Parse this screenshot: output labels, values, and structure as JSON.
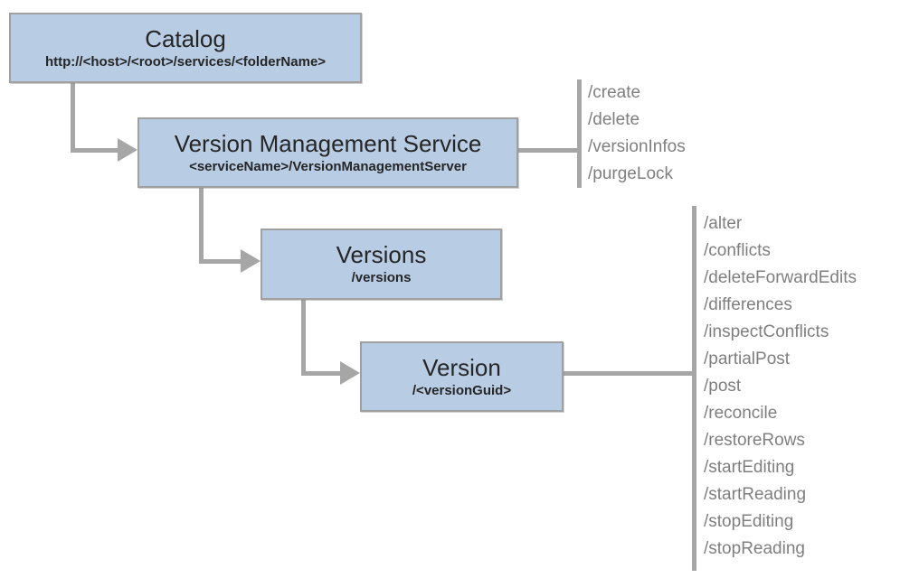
{
  "colors": {
    "node_fill": "#b8cce4",
    "node_border": "#a0a0a0",
    "connector": "#a6a6a6",
    "title_text": "#262626",
    "operations_text": "#7f7f7f",
    "background": "#ffffff"
  },
  "nodes": [
    {
      "title": "Catalog",
      "subtitle": "http://<host>/<root>/services/<folderName>"
    },
    {
      "title": "Version Management Service",
      "subtitle": "<serviceName>/VersionManagementServer"
    },
    {
      "title": "Versions",
      "subtitle": "/versions"
    },
    {
      "title": "Version",
      "subtitle": "/<versionGuid>"
    }
  ],
  "service_operations": {
    "items": [
      "/create",
      "/delete",
      "/versionInfos",
      "/purgeLock"
    ]
  },
  "version_operations": {
    "items": [
      "/alter",
      "/conflicts",
      "/deleteForwardEdits",
      "/differences",
      "/inspectConflicts",
      "/partialPost",
      "/post",
      "/reconcile",
      "/restoreRows",
      "/startEditing",
      "/startReading",
      "/stopEditing",
      "/stopReading"
    ]
  }
}
